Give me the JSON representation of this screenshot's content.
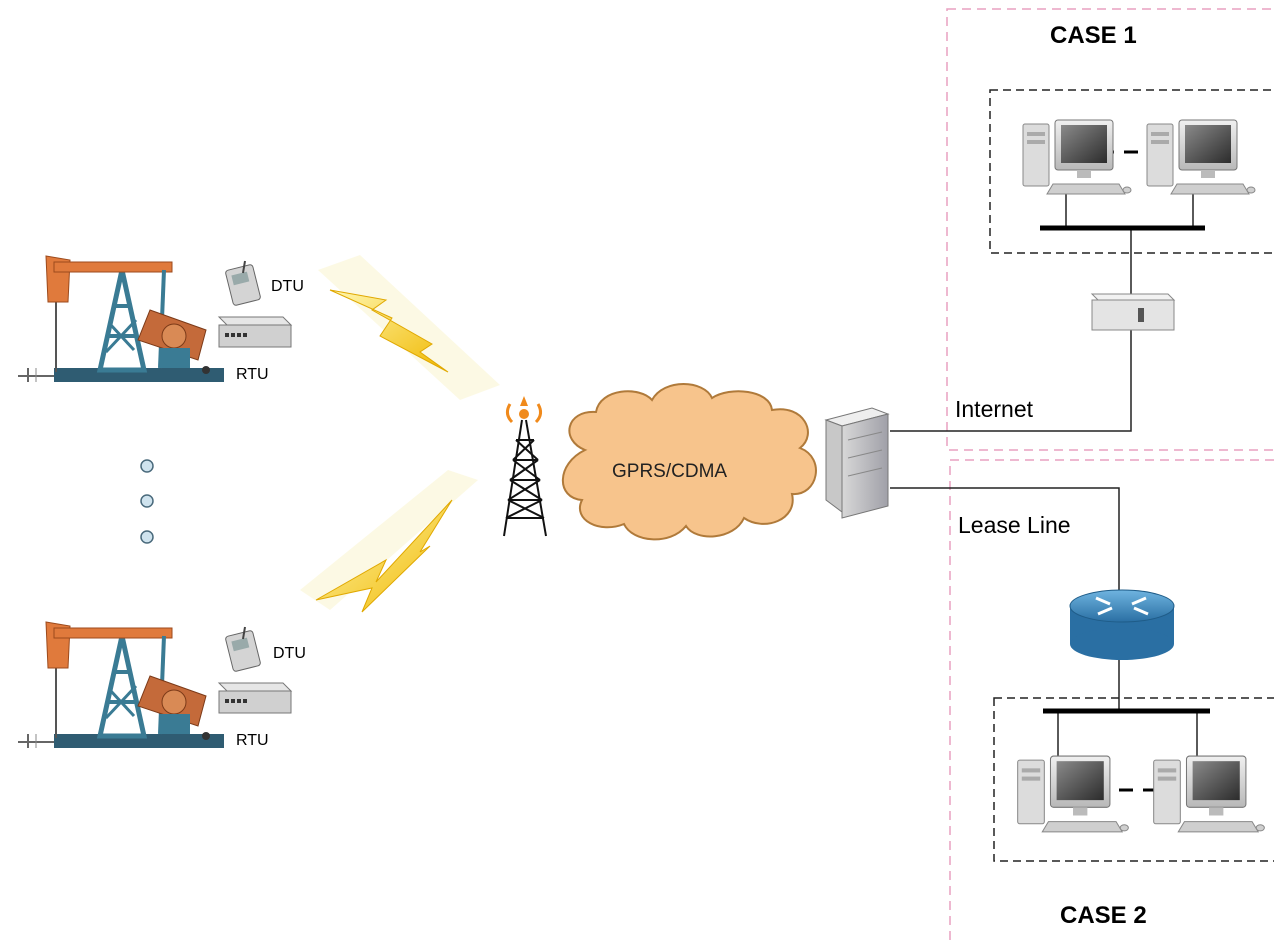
{
  "diagram": {
    "case1_title": "CASE 1",
    "case2_title": "CASE 2",
    "internet_label": "Internet",
    "lease_line_label": "Lease Line",
    "cloud_label": "GPRS/CDMA",
    "well_sites": [
      {
        "dtu_label": "DTU",
        "rtu_label": "RTU"
      },
      {
        "dtu_label": "DTU",
        "rtu_label": "RTU"
      }
    ]
  },
  "colors": {
    "cloud_fill": "#f7c48c",
    "cloud_stroke": "#b07a3a",
    "case_border": "#e8a0c0",
    "lightning": "#f2c400",
    "pump_orange": "#e07a3c",
    "pump_steel": "#3a7b94",
    "router_blue": "#3c8cc4"
  }
}
